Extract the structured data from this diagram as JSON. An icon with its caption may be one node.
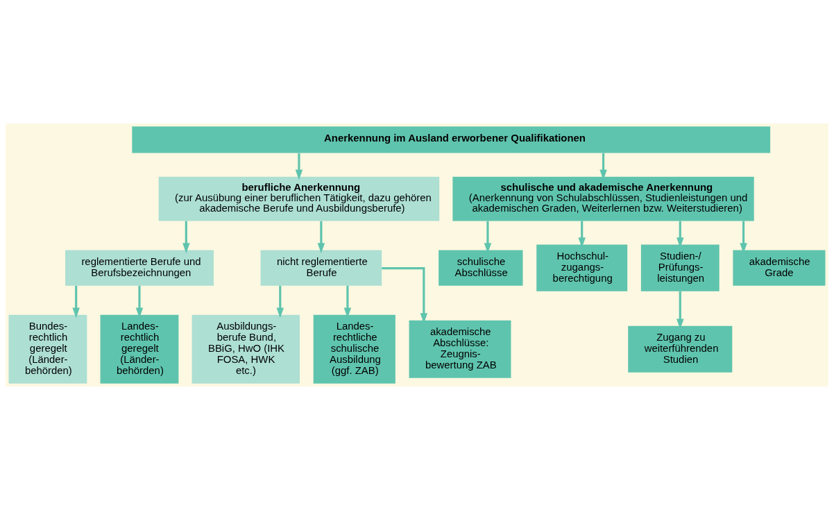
{
  "diagram": {
    "nodes": [
      {
        "text": [
          "Anerkennung im Ausland erworbener Qualifikationen"
        ]
      },
      {
        "text": [
          "berufliche Anerkennung",
          "(zur Ausübung einer beruflichen Tätigkeit, dazu gehören akademische Berufe und Ausbildungsberufe)"
        ]
      },
      {
        "text": [
          "schulische und akademische Anerkennung",
          "(Anerkennung von Schulabschlüssen, Studienleistungen und akademischen Graden, Weiterlernen bzw. Weiterstudieren)"
        ]
      },
      {
        "text": [
          "reglementierte Berufe und Berufsbezeichnungen"
        ]
      },
      {
        "text": [
          "nicht reglementierte Berufe"
        ]
      },
      {
        "text": [
          "schulische Abschlüsse"
        ]
      },
      {
        "text": [
          "Hochschul- zugangs- berechtigung"
        ]
      },
      {
        "text": [
          "Studien-/ Prüfungs- leistungen"
        ]
      },
      {
        "text": [
          "akademische Grade"
        ]
      },
      {
        "text": [
          "Zugang zu weiterführenden Studien"
        ]
      },
      {
        "text": [
          "Bundes- rechtlich geregelt (Länder- behörden)"
        ]
      },
      {
        "text": [
          "Landes- rechtlich geregelt (Länder- behörden)"
        ]
      },
      {
        "text": [
          "Ausbildungs- berufe Bund, BBiG, HwO (IHK FOSA, HWK etc.)"
        ]
      },
      {
        "text": [
          "Landes- rechtliche schulische Ausbildung (ggf. ZAB)"
        ]
      },
      {
        "text": [
          "akademische Abschlüsse: Zeugnis- bewertung ZAB"
        ]
      }
    ],
    "edges": [
      {
        "from": 0,
        "to": 1,
        "arrow": "to"
      },
      {
        "from": 0,
        "to": 2,
        "arrow": "to"
      },
      {
        "from": 1,
        "to": 3,
        "arrow": "to"
      },
      {
        "from": 1,
        "to": 4,
        "arrow": "to"
      },
      {
        "from": 2,
        "to": 5,
        "arrow": "to"
      },
      {
        "from": 2,
        "to": 6,
        "arrow": "to"
      },
      {
        "from": 2,
        "to": 7,
        "arrow": "to"
      },
      {
        "from": 2,
        "to": 8,
        "arrow": "to"
      },
      {
        "from": 7,
        "to": 9,
        "arrow": "to"
      },
      {
        "from": 3,
        "to": 10,
        "arrow": "to"
      },
      {
        "from": 3,
        "to": 11,
        "arrow": "to"
      },
      {
        "from": 4,
        "to": 12,
        "arrow": "to"
      },
      {
        "from": 4,
        "to": 13,
        "arrow": "to"
      },
      {
        "from": 4,
        "to": 14,
        "arrow": "to"
      }
    ]
  }
}
